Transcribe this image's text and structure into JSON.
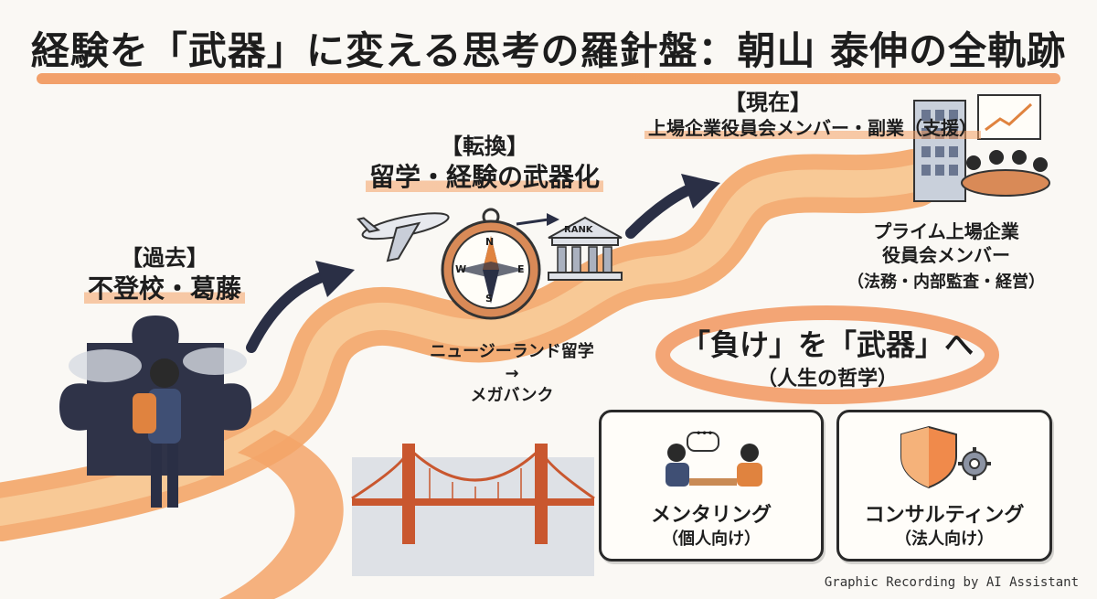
{
  "title": "経験を「武器」に変える思考の羅針盤：朝山 泰伸の全軌跡",
  "past": {
    "tag": "【過去】",
    "label": "不登校・葛藤"
  },
  "transition": {
    "tag": "【転換】",
    "label": "留学・経験の武器化"
  },
  "present": {
    "tag": "【現在】",
    "label": "上場企業役員会メンバー・副業（支援）"
  },
  "path_note": {
    "line1": "ニュージーランド留学",
    "arrow": "→",
    "line2": "メガバンク"
  },
  "bank_sign": "RANK",
  "compass": {
    "n": "N",
    "s": "S",
    "e": "E",
    "w": "W"
  },
  "board_role": {
    "line1": "プライム上場企業",
    "line2": "役員会メンバー",
    "line3": "（法務・内部監査・経営）"
  },
  "philosophy": {
    "main": "「負け」を「武器」へ",
    "sub": "（人生の哲学）"
  },
  "cards": [
    {
      "title": "メンタリング",
      "sub": "（個人向け）"
    },
    {
      "title": "コンサルティング",
      "sub": "（法人向け）"
    }
  ],
  "speech_dots": "•••",
  "credit": "Graphic Recording by AI Assistant",
  "colors": {
    "accent": "#f08a4b",
    "road": "#f5b27a",
    "ink": "#1d1d1d",
    "navy": "#2a2f45"
  },
  "icons": [
    "puzzle-icon",
    "traveler-icon",
    "airplane-icon",
    "compass-icon",
    "bank-icon",
    "building-icon",
    "growth-chart-icon",
    "meeting-icon",
    "bridge-icon",
    "arrow-icon",
    "shield-icon",
    "gear-icon",
    "mentoring-icon"
  ]
}
